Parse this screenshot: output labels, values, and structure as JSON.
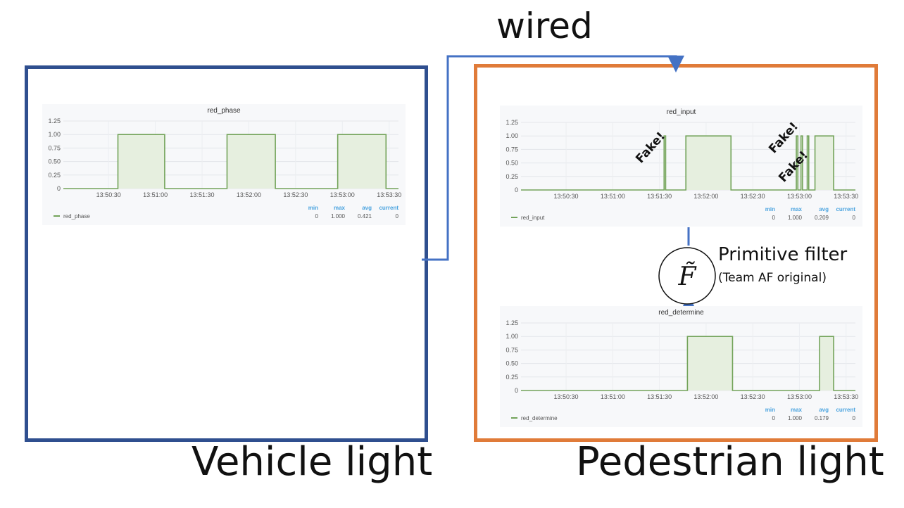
{
  "labels": {
    "wired": "wired",
    "vehicle_light": "Vehicle light",
    "pedestrian_light": "Pedestrian light",
    "filter_title": "Primitive filter",
    "filter_subtitle": "(Team AF original)",
    "filter_symbol": "F̃",
    "fake": "Fake!"
  },
  "colors": {
    "vehicle_frame": "#2f4f8f",
    "pedestrian_frame": "#e07b39",
    "connector": "#4472c4",
    "series_line": "#73a35a",
    "series_fill": "#e6efdf",
    "stat_header": "#4aa3df"
  },
  "legend_headers": {
    "min": "min",
    "max": "max",
    "avg": "avg",
    "current": "current"
  },
  "chart_data": [
    {
      "id": "red_phase",
      "type": "line",
      "title": "red_phase",
      "y_ticks": [
        "1.25",
        "1.00",
        "0.75",
        "0.50",
        "0.25",
        "0"
      ],
      "ylim": [
        0,
        1.25
      ],
      "x_ticks": [
        "13:50:30",
        "13:51:00",
        "13:51:30",
        "13:52:00",
        "13:52:30",
        "13:53:00",
        "13:53:30"
      ],
      "xlim": [
        "13:50:01",
        "13:53:36"
      ],
      "points": [
        [
          "13:50:01",
          0
        ],
        [
          "13:50:36",
          0
        ],
        [
          "13:50:36",
          1
        ],
        [
          "13:51:06",
          1
        ],
        [
          "13:51:06",
          0
        ],
        [
          "13:51:46",
          0
        ],
        [
          "13:51:46",
          1
        ],
        [
          "13:52:17",
          1
        ],
        [
          "13:52:17",
          0
        ],
        [
          "13:52:57",
          0
        ],
        [
          "13:52:57",
          1
        ],
        [
          "13:53:28",
          1
        ],
        [
          "13:53:28",
          0
        ],
        [
          "13:53:36",
          0
        ]
      ],
      "legend": {
        "name": "red_phase",
        "min": "0",
        "max": "1.000",
        "avg": "0.421",
        "current": "0"
      },
      "grid": true
    },
    {
      "id": "red_input",
      "type": "line",
      "title": "red_input",
      "y_ticks": [
        "1.25",
        "1.00",
        "0.75",
        "0.50",
        "0.25",
        "0"
      ],
      "ylim": [
        0,
        1.25
      ],
      "x_ticks": [
        "13:50:30",
        "13:51:00",
        "13:51:30",
        "13:52:00",
        "13:52:30",
        "13:53:00",
        "13:53:30"
      ],
      "xlim": [
        "13:50:01",
        "13:53:36"
      ],
      "points": [
        [
          "13:50:01",
          0
        ],
        [
          "13:51:33",
          0
        ],
        [
          "13:51:33",
          1
        ],
        [
          "13:51:34",
          1
        ],
        [
          "13:51:34",
          0
        ],
        [
          "13:51:47",
          0
        ],
        [
          "13:51:47",
          1
        ],
        [
          "13:52:16",
          1
        ],
        [
          "13:52:16",
          0
        ],
        [
          "13:52:58",
          0
        ],
        [
          "13:52:58",
          1
        ],
        [
          "13:52:59",
          1
        ],
        [
          "13:52:59",
          0
        ],
        [
          "13:53:01",
          0
        ],
        [
          "13:53:01",
          1
        ],
        [
          "13:53:02",
          1
        ],
        [
          "13:53:02",
          0
        ],
        [
          "13:53:05",
          0
        ],
        [
          "13:53:05",
          1
        ],
        [
          "13:53:06",
          1
        ],
        [
          "13:53:06",
          0
        ],
        [
          "13:53:10",
          0
        ],
        [
          "13:53:10",
          1
        ],
        [
          "13:53:22",
          1
        ],
        [
          "13:53:22",
          0
        ],
        [
          "13:53:36",
          0
        ]
      ],
      "legend": {
        "name": "red_input",
        "min": "0",
        "max": "1.000",
        "avg": "0.209",
        "current": "0"
      },
      "grid": true
    },
    {
      "id": "red_determine",
      "type": "line",
      "title": "red_determine",
      "y_ticks": [
        "1.25",
        "1.00",
        "0.75",
        "0.50",
        "0.25",
        "0"
      ],
      "ylim": [
        0,
        1.25
      ],
      "x_ticks": [
        "13:50:30",
        "13:51:00",
        "13:51:30",
        "13:52:00",
        "13:52:30",
        "13:53:00",
        "13:53:30"
      ],
      "xlim": [
        "13:50:01",
        "13:53:36"
      ],
      "points": [
        [
          "13:50:01",
          0
        ],
        [
          "13:51:48",
          0
        ],
        [
          "13:51:48",
          1
        ],
        [
          "13:52:17",
          1
        ],
        [
          "13:52:17",
          0
        ],
        [
          "13:53:13",
          0
        ],
        [
          "13:53:13",
          1
        ],
        [
          "13:53:22",
          1
        ],
        [
          "13:53:22",
          0
        ],
        [
          "13:53:36",
          0
        ]
      ],
      "legend": {
        "name": "red_determine",
        "min": "0",
        "max": "1.000",
        "avg": "0.179",
        "current": "0"
      },
      "grid": true
    }
  ]
}
